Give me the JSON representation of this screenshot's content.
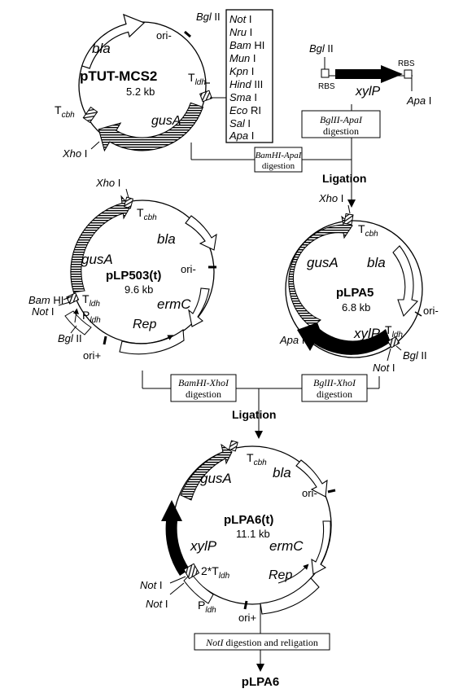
{
  "plasmids": {
    "ptut": {
      "name": "pTUT-MCS2",
      "size": "5.2 kb",
      "labels": {
        "bla": "bla",
        "gusA": "gusA",
        "ori": "ori-",
        "bglii": "Bgl II",
        "tldh_main": "T",
        "tldh_sub": "ldh",
        "tcbh_main": "T",
        "tcbh_sub": "cbh",
        "xhoi": "Xho I"
      }
    },
    "plp503": {
      "name": "pLP503(t)",
      "size": "9.6 kb",
      "labels": {
        "xhoi": "Xho I",
        "tcbh_main": "T",
        "tcbh_sub": "cbh",
        "gusA": "gusA",
        "bla": "bla",
        "ori_minus": "ori-",
        "bamhi": "Bam HI",
        "noti": "Not I",
        "tldh_main": "T",
        "tldh_sub": "ldh",
        "pldh_main": "P",
        "pldh_sub": "ldh",
        "bglii": "Bgl II",
        "ermC": "ermC",
        "rep": "Rep",
        "ori_plus": "ori+"
      }
    },
    "plpa5": {
      "name": "pLPA5",
      "size": "6.8 kb",
      "labels": {
        "xhoi": "Xho I",
        "tcbh_main": "T",
        "tcbh_sub": "cbh",
        "gusA": "gusA",
        "bla": "bla",
        "ori": "ori-",
        "apai": "Apa I",
        "xylP": "xylP",
        "tldh_main": "T",
        "tldh_sub": "ldh",
        "bglii": "Bgl II",
        "noti": "Not I"
      }
    },
    "plpa6t": {
      "name": "pLPA6(t)",
      "size": "11.1 kb",
      "labels": {
        "tcbh_main": "T",
        "tcbh_sub": "cbh",
        "gusA": "gusA",
        "bla": "bla",
        "ori_minus": "ori-",
        "xylP": "xylP",
        "ermC": "ermC",
        "tldh2_main": "2*T",
        "tldh2_sub": "ldh",
        "rep": "Rep",
        "noti_a": "Not I",
        "noti_b": "Not I",
        "pldh_main": "P",
        "pldh_sub": "ldh",
        "ori_plus": "ori+"
      }
    }
  },
  "mcs_sites": [
    "Not I",
    "Nru I",
    "Bam HI",
    "Mun I",
    "Kpn I",
    "Hind III",
    "Sma I",
    "Eco RI",
    "Sal I",
    "Apa I"
  ],
  "fragment": {
    "bglii": "Bgl II",
    "rbs_left": "RBS",
    "rbs_right": "RBS",
    "gene": "xylP",
    "apai": "Apa I"
  },
  "steps": {
    "bglii_apai": {
      "enzyme": "BglII-ApaI",
      "action": "digestion"
    },
    "bamhi_apai": {
      "enzyme": "BamHI-ApaI",
      "action": "digestion"
    },
    "ligation1": "Ligation",
    "bamhi_xhoi": {
      "enzyme": "BamHI-XhoI",
      "action": "digestion"
    },
    "bglii_xhoi": {
      "enzyme": "BglII-XhoI",
      "action": "digestion"
    },
    "ligation2": "Ligation",
    "noti": {
      "enzyme": "NotI",
      "action": "digestion and religation"
    }
  },
  "final_product": "pLPA6"
}
